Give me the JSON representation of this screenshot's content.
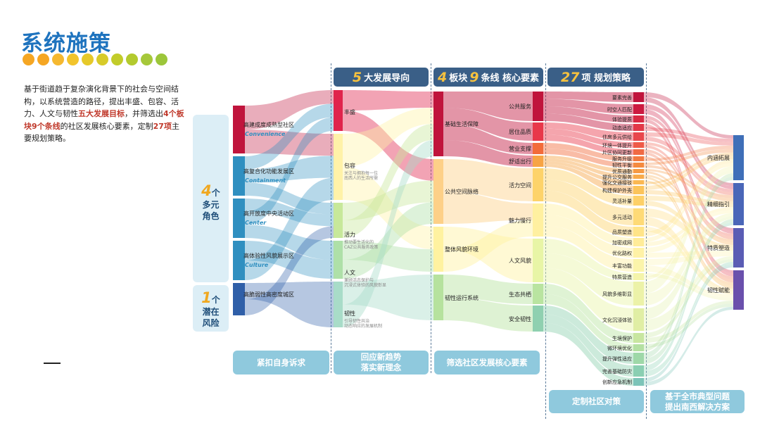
{
  "page": {
    "title": "系统施策",
    "dot_colors": [
      "#f5a623",
      "#f5a623",
      "#f5b830",
      "#f2c42c",
      "#e6c92a",
      "#d7cb2a",
      "#c2cc2a",
      "#b3ca2e",
      "#a6c83a",
      "#9cc63a"
    ],
    "intro_parts": [
      "基于街道趋于复杂演化背景下的社会与空间结构，以系统营造的路径，提出丰盛、包容、活力、人文与韧性",
      "五大发展目标",
      "，并筛选出",
      "4个板块9个条线",
      "的社区发展核心要素，定制",
      "27项",
      "主要规划策略。"
    ]
  },
  "side_cards": [
    {
      "num": "4",
      "unit": "个",
      "line1": "多元",
      "line2": "角色"
    },
    {
      "num": "1",
      "unit": "个",
      "line1": "潜在",
      "line2": "风险"
    }
  ],
  "headers": [
    {
      "big": "5",
      "text": "大发展导向"
    },
    {
      "big1": "4",
      "text1": "板块",
      "big2": "9",
      "text2": "条线 核心要素"
    },
    {
      "big": "27",
      "text": "项 规划策略"
    }
  ],
  "buttons": {
    "b1": "紧扣自身诉求",
    "b2_l1": "回应新趋势",
    "b2_l2": "落实新理念",
    "b3": "筛选社区发展核心要素",
    "b4": "定制社区对策",
    "b5_l1": "基于全市典型问题",
    "b5_l2": "提出南西解决方案"
  },
  "column1": [
    {
      "label": "高建成度成熟型社区",
      "eng": "Convenience",
      "color": "#c0143c"
    },
    {
      "label": "高复合化功能发展区",
      "eng": "Containment",
      "color": "#2f8fc0"
    },
    {
      "label": "高开放度中央活动区",
      "eng": "Center",
      "color": "#2f8fc0"
    },
    {
      "label": "高体验性风貌展示区",
      "eng": "Culture",
      "color": "#2f8fc0"
    },
    {
      "label": "高脆弱性高密度城区",
      "eng": "",
      "color": "#2f5fa8"
    }
  ],
  "column2": [
    {
      "label": "丰盛",
      "sub1": "",
      "sub2": "",
      "color": "#e0244c"
    },
    {
      "label": "包容",
      "sub1": "关注与拥抱每一位",
      "sub2": "南西人的生活所需",
      "color": "#fff2a8"
    },
    {
      "label": "活力",
      "sub1": "推动要生活化的",
      "sub2": "CAZ公共服务政策",
      "color": "#c7e89a"
    },
    {
      "label": "人文",
      "sub1": "兼顾活态保护与",
      "sub2": "沉浸式体验的风貌彰显",
      "color": "#aee0a8"
    },
    {
      "label": "韧性",
      "sub1": "引导韧性共治",
      "sub2": "动态响应的发展机制",
      "color": "#a8dcc8"
    }
  ],
  "column3": [
    {
      "label": "基础生活保障",
      "color": "#c0143c"
    },
    {
      "label": "公共空间脉络",
      "color": "#fdd088"
    },
    {
      "label": "整体风貌环境",
      "color": "#fff2a0"
    },
    {
      "label": "韧性运行系统",
      "color": "#b6e29e"
    }
  ],
  "column4": [
    {
      "label": "公共服务",
      "color": "#c0143c"
    },
    {
      "label": "居住品质",
      "color": "#e8374a"
    },
    {
      "label": "营业支撑",
      "color": "#f26b3a"
    },
    {
      "label": "舒适出行",
      "color": "#f7a444"
    },
    {
      "label": "活力空间",
      "color": "#fdd36a"
    },
    {
      "label": "魅力慢行",
      "color": "#fff0a0"
    },
    {
      "label": "人文风貌",
      "color": "#e8f5a6"
    },
    {
      "label": "生态共栖",
      "color": "#b9e4a0"
    },
    {
      "label": "安全韧性",
      "color": "#8fd0b0"
    }
  ],
  "column5": [
    {
      "label": "要素完善",
      "color": "#c0143c"
    },
    {
      "label": "时空人匹配",
      "color": "#cc1a40"
    },
    {
      "label": "体验提质",
      "color": "#d82a44"
    },
    {
      "label": "动态适应",
      "color": "#e23848"
    },
    {
      "label": "住房多元供给",
      "color": "#e8464c"
    },
    {
      "label": "环境一体提升",
      "color": "#ee5a48"
    },
    {
      "label": "片区协同更新",
      "color": "#f06a44"
    },
    {
      "label": "服务升级",
      "color": "#f27a42"
    },
    {
      "label": "韧性平衡",
      "color": "#f48a40"
    },
    {
      "label": "优质通勤",
      "color": "#f69a44"
    },
    {
      "label": "提升公交服务",
      "color": "#f8aa4a"
    },
    {
      "label": "强化交通接驳",
      "color": "#fab852"
    },
    {
      "label": "构建保护外壳",
      "color": "#fbc45a"
    },
    {
      "label": "灵活补量",
      "color": "#fdd068"
    },
    {
      "label": "多元活动",
      "color": "#feda76"
    },
    {
      "label": "品质塑造",
      "color": "#ffe488"
    },
    {
      "label": "加密成网",
      "color": "#ffec98"
    },
    {
      "label": "优化路权",
      "color": "#fff2a6"
    },
    {
      "label": "丰富功能",
      "color": "#fbf4aa"
    },
    {
      "label": "特质营造",
      "color": "#f4f4aa"
    },
    {
      "label": "风貌多维彰显",
      "color": "#ecf2a8"
    },
    {
      "label": "文化沉浸体验",
      "color": "#e0eea4"
    },
    {
      "label": "生境保护",
      "color": "#c8e6a0"
    },
    {
      "label": "微环境优化",
      "color": "#b4e0a2"
    },
    {
      "label": "提升弹性适应",
      "color": "#9ed8a8"
    },
    {
      "label": "完善基础防灾",
      "color": "#8acfb2"
    },
    {
      "label": "创新应急机制",
      "color": "#7cc4b8"
    }
  ],
  "column6": [
    {
      "label": "内涵拓展",
      "color": "#3f6fb8"
    },
    {
      "label": "精细指引",
      "color": "#4a66b8"
    },
    {
      "label": "特质塑造",
      "color": "#5a5cb4"
    },
    {
      "label": "韧性赋能",
      "color": "#6a50ac"
    }
  ]
}
